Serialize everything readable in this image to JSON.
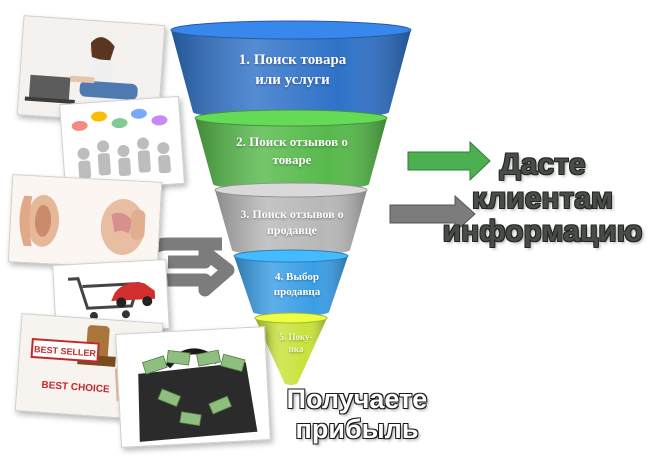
{
  "funnel": {
    "stages": [
      {
        "label": "1. Поиск товара или услуги",
        "color": "#2f72c8"
      },
      {
        "label": "2. Поиск отзывов о товаре",
        "color": "#56b94a"
      },
      {
        "label": "3. Поиск отзывов о продавце",
        "color": "#b8b8b8"
      },
      {
        "label": "4. Выбор продавца",
        "color": "#3a9ee6"
      },
      {
        "label": "5. Поку- пка",
        "color": "#c9e23a"
      }
    ]
  },
  "result": {
    "info_text": "Дасте клиентам информацию",
    "profit_text": "Получаете прибыль"
  },
  "arrows": {
    "green_color": "#4caf50",
    "gray_color": "#7c7c7c"
  },
  "photos": {
    "sign_best_seller": "BEST SELLER",
    "sign_best_choice": "BEST CHOICE"
  }
}
